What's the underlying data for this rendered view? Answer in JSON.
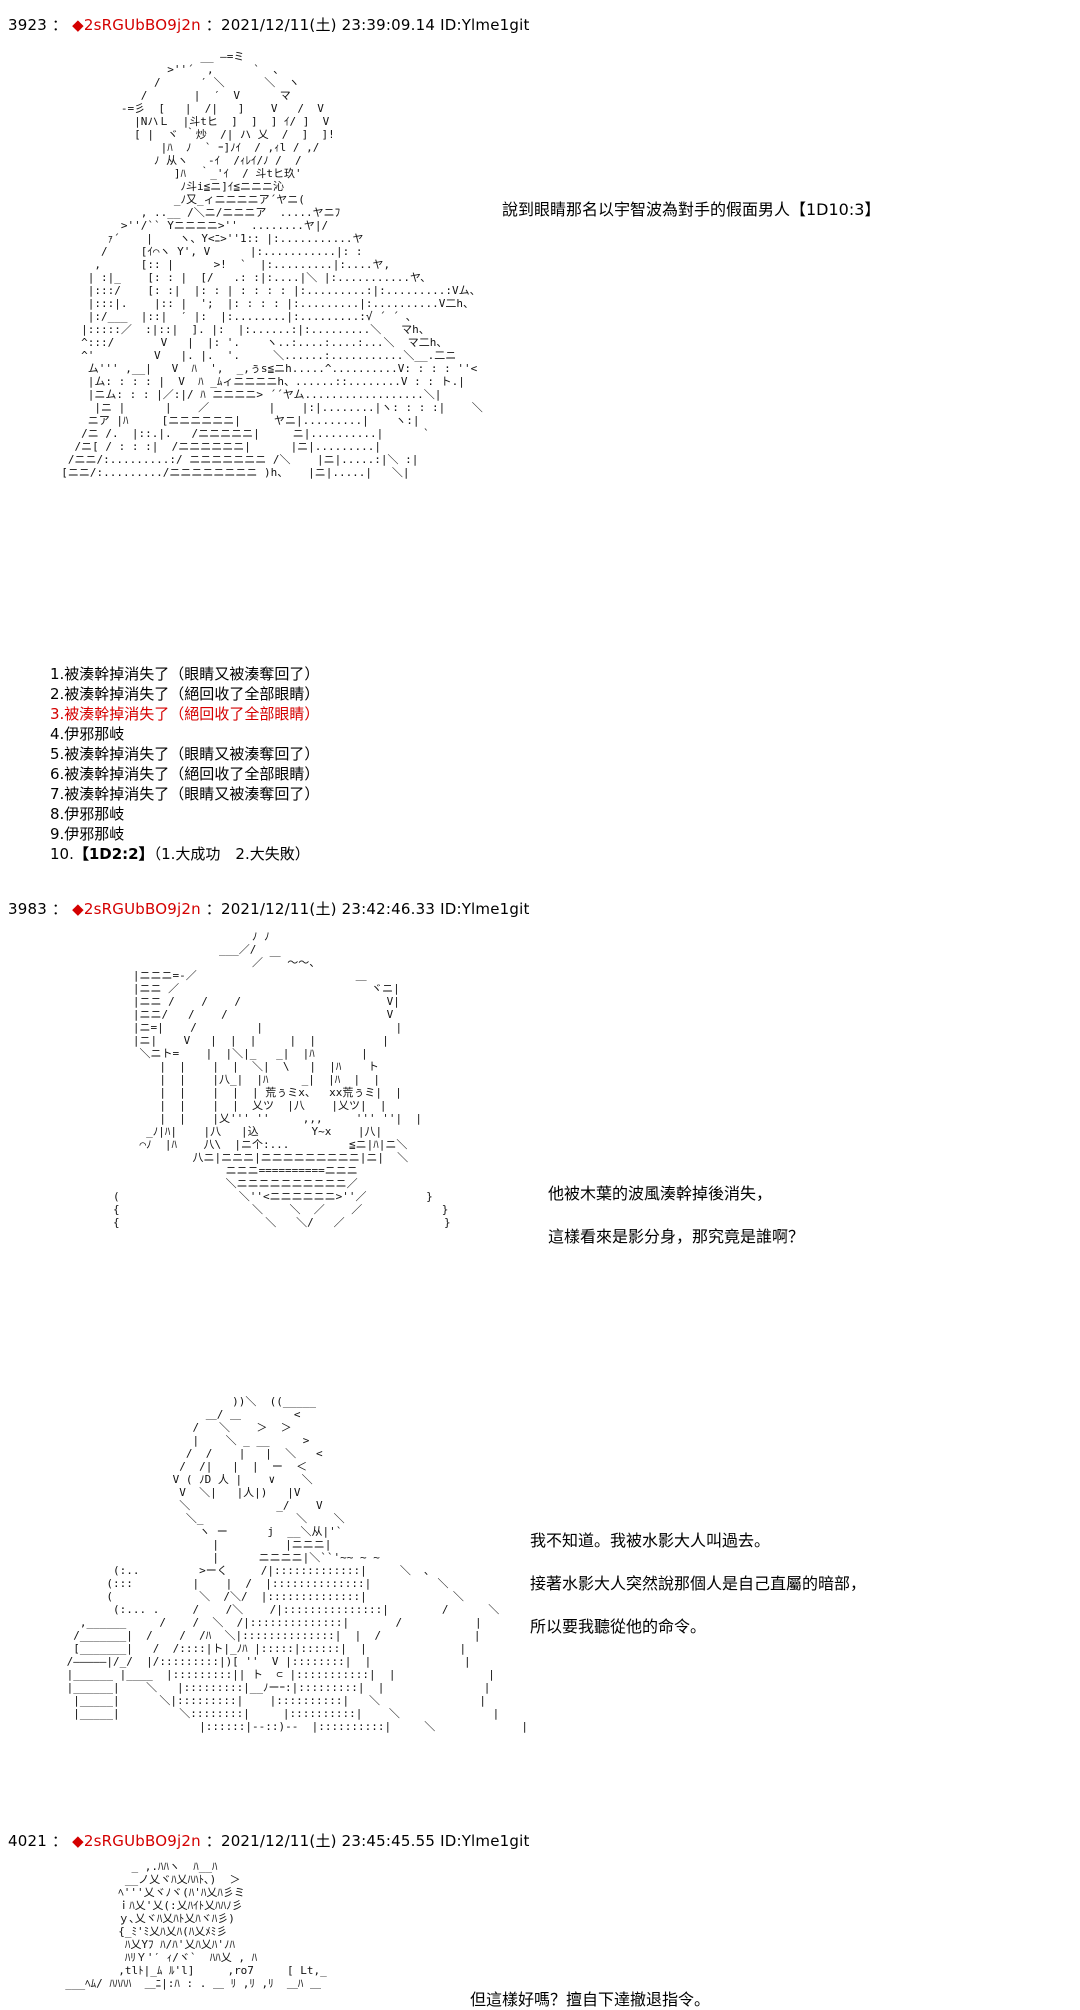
{
  "posts": [
    {
      "number": "3923",
      "sep": "：",
      "diamond": "◆",
      "trip": "2sRGUbBO9j2n",
      "datetime": "：2021/12/11(土) 23:39:09.14 ID:Ylme1git"
    },
    {
      "number": "3983",
      "sep": "：",
      "diamond": "◆",
      "trip": "2sRGUbBO9j2n",
      "datetime": "：2021/12/11(土) 23:42:46.33 ID:Ylme1git"
    },
    {
      "number": "4021",
      "sep": "：",
      "diamond": "◆",
      "trip": "2sRGUbBO9j2n",
      "datetime": "：2021/12/11(土) 23:45:45.55 ID:Ylme1git"
    }
  ],
  "post1": {
    "caption": "說到眼睛那名以宇智波為對手的假面男人【1D10:3】",
    "choices": [
      "1.被湊幹掉消失了（眼睛又被湊奪回了）",
      "2.被湊幹掉消失了（絕回收了全部眼睛）",
      "3.被湊幹掉消失了（絕回收了全部眼睛）",
      "4.伊邪那岐",
      "5.被湊幹掉消失了（眼睛又被湊奪回了）",
      "6.被湊幹掉消失了（絕回收了全部眼睛）",
      "7.被湊幹掉消失了（眼睛又被湊奪回了）",
      "8.伊邪那岐",
      "9.伊邪那岐"
    ],
    "choice10_prefix": "10.",
    "choice10_roll": "【1D2:2】",
    "choice10_rest": "（1.大成功　2.大失敗）",
    "highlight_index": 2
  },
  "post2": {
    "caption_top": [
      "他被木葉的波風湊幹掉後消失，",
      "這樣看來是影分身，那究竟是誰啊？"
    ],
    "caption_bottom": [
      "我不知道。我被水影大人叫過去。",
      "接著水影大人突然說那個人是自己直屬的暗部，",
      "所以要我聽從他的命令。"
    ]
  },
  "post3": {
    "caption": "但這樣好嗎？擅自下達撤退指令。"
  },
  "colors": {
    "trip": "#d40000",
    "highlight": "#d40000",
    "text": "#000000",
    "background": "#ffffff"
  }
}
